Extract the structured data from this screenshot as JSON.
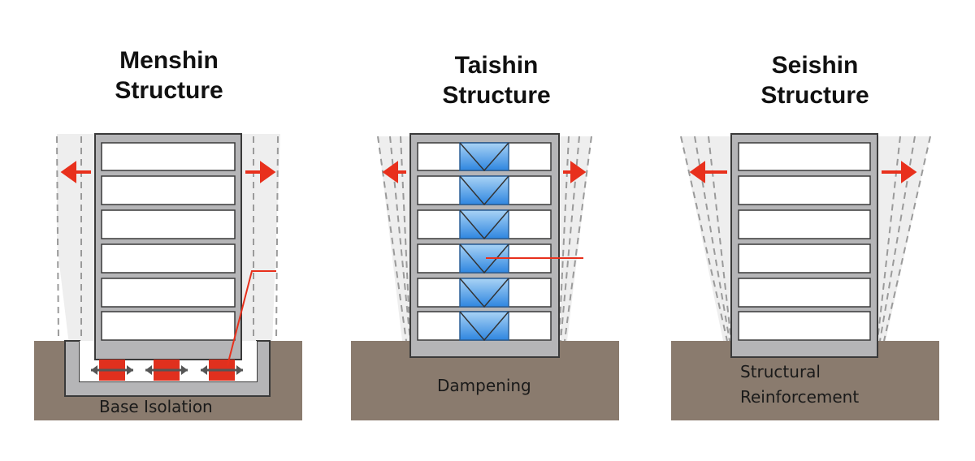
{
  "panels": [
    {
      "id": "menshin",
      "title_line1": "Menshin",
      "title_line2": "Structure",
      "caption_lines": [
        "Base Isolation"
      ]
    },
    {
      "id": "taishin",
      "title_line1": "Taishin",
      "title_line2": "Structure",
      "caption_lines": [
        "Dampening"
      ]
    },
    {
      "id": "seishin",
      "title_line1": "Seishin",
      "title_line2": "Structure",
      "caption_lines": [
        "Structural",
        "Reinforcement"
      ]
    }
  ],
  "colors": {
    "ground": "#8a7b6e",
    "building_frame": "#b5b5b7",
    "building_outline": "#3a3a3a",
    "arrow": "#e8301c",
    "damper": "#3d8fe0",
    "damper_light": "#a9d3f5",
    "isolator": "#e0301e",
    "sway_fill": "#eeeeee"
  }
}
